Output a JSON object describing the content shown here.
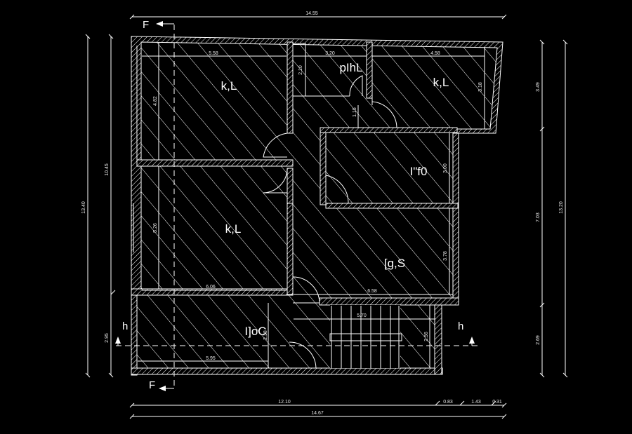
{
  "drawing": {
    "rooms": [
      {
        "id": "room-tl",
        "label": "k,L"
      },
      {
        "id": "room-top-mid",
        "label": "pIhL"
      },
      {
        "id": "room-tr",
        "label": "k,L"
      },
      {
        "id": "room-mid-right",
        "label": "I\"f0"
      },
      {
        "id": "room-left-mid",
        "label": "k,L"
      },
      {
        "id": "room-right-big",
        "label": "[g,S"
      },
      {
        "id": "room-bottom-left",
        "label": "I]oC"
      }
    ],
    "section_markers": {
      "top": "F",
      "bottom": "F",
      "left": "h",
      "right": "h"
    },
    "dimensions": {
      "top_total": "14.55",
      "bottom_total": "14.67",
      "bottom_a": "12.10",
      "bottom_b": "0.83",
      "bottom_c": "1.43",
      "bottom_d": "0.31",
      "left_total": "13.40",
      "left_upper": "10.45",
      "left_lower": "2.95",
      "right_total": "13.20",
      "right_upper": "3.49",
      "right_mid": "7.03",
      "right_lower": "2.69",
      "inner_tl_width": "5.58",
      "inner_top_mid_width": "3.20",
      "inner_tr_width": "4.58",
      "inner_tl_height": "4.82",
      "inner_top_mid_height": "2.10",
      "inner_tr_height": "3.18",
      "inner_stair_h": "1.15",
      "inner_mid_right_h": "3.00",
      "inner_left_mid_h": "5.26",
      "inner_right_big_h": "3.78",
      "inner_left_mid_w": "6.06",
      "inner_right_big_w": "6.58",
      "inner_stair_w": "5.70",
      "inner_bottom_left_w": "5.95",
      "inner_bottom_left_h": "2.38",
      "inner_stair_h2": "2.56"
    }
  }
}
